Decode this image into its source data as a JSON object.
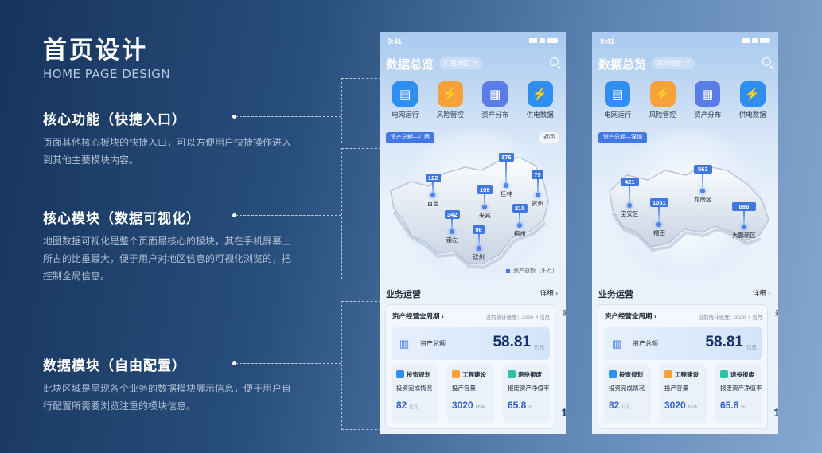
{
  "header": {
    "title": "首页设计",
    "subtitle": "HOME PAGE DESIGN"
  },
  "sections": [
    {
      "title": "核心功能（快捷入口）",
      "desc": "页面其他核心板块的快捷入口，可以方便用户快捷操作进入到其他主要模块内容。"
    },
    {
      "title": "核心模块（数据可视化）",
      "desc": "地图数据可视化是整个页面最核心的模块，其在手机屏幕上所占的比重最大，便于用户对地区信息的可视化浏览的，把控制全局信息。"
    },
    {
      "title": "数据模块（自由配置）",
      "desc": "此块区域是呈现各个业务的数据模块展示信息，便于用户自行配置所需要浏览注重的模块信息。"
    }
  ],
  "common": {
    "time": "9:41",
    "app_title": "数据总览",
    "quick": [
      {
        "label": "电网运行",
        "icon": "grid-icon",
        "color": "#2f8ff0"
      },
      {
        "label": "风险管控",
        "icon": "shield-icon",
        "color": "#f5a23a"
      },
      {
        "label": "资产分布",
        "icon": "building-icon",
        "color": "#5a7ce6"
      },
      {
        "label": "供电数据",
        "icon": "power-icon",
        "color": "#2f8ff0"
      }
    ],
    "legend": "资产总额（千万）",
    "biz_title": "业务运营",
    "detail": "详细",
    "card_title": "资产经营全周期",
    "card_date": "当前统计维度：2020-4  当月",
    "total_label": "资产总额",
    "total_value": "58.81",
    "total_unit": "亿元",
    "subs": [
      {
        "title": "投资规划",
        "label": "投资完成情况",
        "value": "82",
        "unit": "亿元",
        "color": "#2f8ff0"
      },
      {
        "title": "工程建设",
        "label": "投产容量",
        "value": "3020",
        "unit": "MVA",
        "color": "#f5a23a"
      },
      {
        "title": "退役报废",
        "label": "报废资产净值率",
        "value": "65.8",
        "unit": "%",
        "color": "#2dc2a6"
      }
    ],
    "peek_value": "1",
    "peek_label": "资"
  },
  "phones": [
    {
      "region": "广西地区",
      "map_label": "资产总额—广西",
      "back": "返回",
      "markers": [
        {
          "v": "122",
          "n": "百色"
        },
        {
          "v": "176",
          "n": "桂林"
        },
        {
          "v": "79",
          "n": "贺州"
        },
        {
          "v": "109",
          "n": "来宾"
        },
        {
          "v": "342",
          "n": "崇左"
        },
        {
          "v": "215",
          "n": "梧州"
        },
        {
          "v": "98",
          "n": "钦州"
        }
      ]
    },
    {
      "region": "深圳地区",
      "map_label": "资产总额—深圳",
      "markers": [
        {
          "v": "421",
          "n": "宝安区"
        },
        {
          "v": "563",
          "n": "龙岗区"
        },
        {
          "v": "1051",
          "n": "福田"
        },
        {
          "v": "886",
          "n": "大鹏新区"
        }
      ]
    }
  ]
}
